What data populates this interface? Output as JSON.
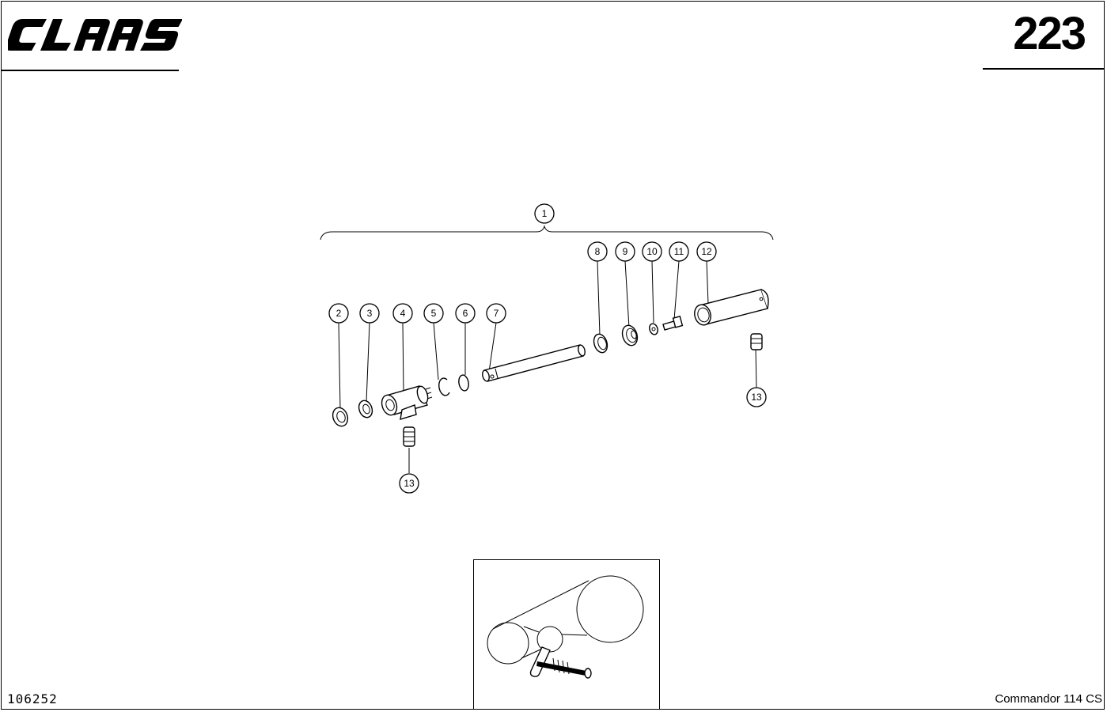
{
  "header": {
    "brand": "CLAAS",
    "page_number": "223"
  },
  "footer": {
    "drawing_id": "106252",
    "model": "Commandor 114 CS"
  },
  "callouts": [
    {
      "id": "c1",
      "label": "1"
    },
    {
      "id": "c2",
      "label": "2"
    },
    {
      "id": "c3",
      "label": "3"
    },
    {
      "id": "c4",
      "label": "4"
    },
    {
      "id": "c5",
      "label": "5"
    },
    {
      "id": "c6",
      "label": "6"
    },
    {
      "id": "c7",
      "label": "7"
    },
    {
      "id": "c8",
      "label": "8"
    },
    {
      "id": "c9",
      "label": "9"
    },
    {
      "id": "c10",
      "label": "10"
    },
    {
      "id": "c11",
      "label": "11"
    },
    {
      "id": "c12",
      "label": "12"
    },
    {
      "id": "c13a",
      "label": "13"
    },
    {
      "id": "c13b",
      "label": "13"
    }
  ]
}
